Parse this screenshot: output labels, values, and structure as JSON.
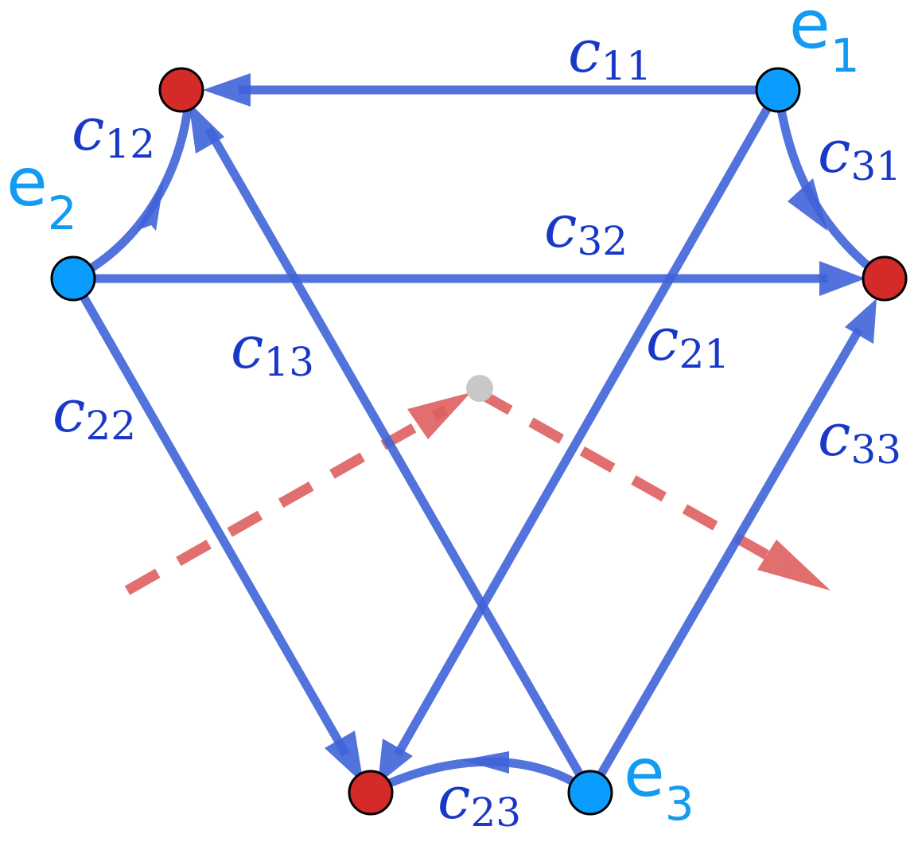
{
  "nodes": {
    "e1": {
      "label": "e",
      "sub": "1"
    },
    "e2": {
      "label": "e",
      "sub": "2"
    },
    "e3": {
      "label": "e",
      "sub": "3"
    }
  },
  "edges": {
    "c11": {
      "label": "c",
      "sub": "11"
    },
    "c12": {
      "label": "c",
      "sub": "12"
    },
    "c13": {
      "label": "c",
      "sub": "13"
    },
    "c21": {
      "label": "c",
      "sub": "21"
    },
    "c22": {
      "label": "c",
      "sub": "22"
    },
    "c23": {
      "label": "c",
      "sub": "23"
    },
    "c31": {
      "label": "c",
      "sub": "31"
    },
    "c32": {
      "label": "c",
      "sub": "32"
    },
    "c33": {
      "label": "c",
      "sub": "33"
    }
  },
  "colors": {
    "edge": "#3f63d8",
    "dashed_path": "#de5f5f",
    "source_node": "#0a9cff",
    "target_node": "#d42a2a",
    "label": "#1838c8",
    "node_label": "#129bf3"
  }
}
